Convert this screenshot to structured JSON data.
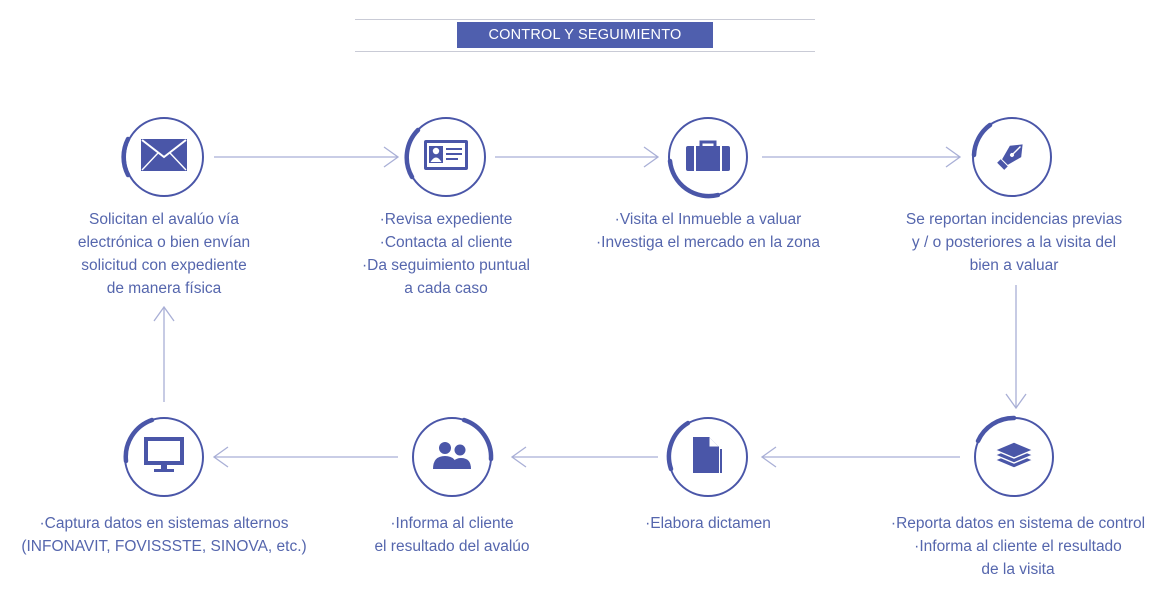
{
  "header": {
    "title": "CONTROL Y SEGUIMIENTO"
  },
  "colors": {
    "accent": "#4f5fae",
    "ring": "#4a56a8",
    "arrow": "#a9afd6",
    "text": "#5566ad"
  },
  "steps": [
    {
      "icon": "envelope-icon",
      "lines": [
        "Solicitan el avalúo vía",
        "electrónica o bien envían",
        "solicitud con expediente",
        "de manera física"
      ]
    },
    {
      "icon": "id-card-icon",
      "lines": [
        "·Revisa expediente",
        "·Contacta al cliente",
        "·Da seguimiento puntual",
        "a cada caso"
      ]
    },
    {
      "icon": "briefcase-icon",
      "lines": [
        "·Visita el Inmueble a valuar",
        "·Investiga el mercado en la zona"
      ]
    },
    {
      "icon": "pen-nib-icon",
      "lines": [
        "Se reportan incidencias previas",
        "y / o posteriores a la visita del",
        "bien a valuar"
      ]
    },
    {
      "icon": "layers-icon",
      "lines": [
        "·Reporta datos en sistema de control",
        "·Informa al cliente el resultado",
        "de la visita"
      ]
    },
    {
      "icon": "document-icon",
      "lines": [
        "·Elabora dictamen"
      ]
    },
    {
      "icon": "users-icon",
      "lines": [
        "·Informa al cliente",
        "el resultado del avalúo"
      ]
    },
    {
      "icon": "monitor-icon",
      "lines": [
        "·Captura datos en sistemas alternos",
        "(INFONAVIT, FOVISSSTE, SINOVA, etc.)"
      ]
    }
  ]
}
